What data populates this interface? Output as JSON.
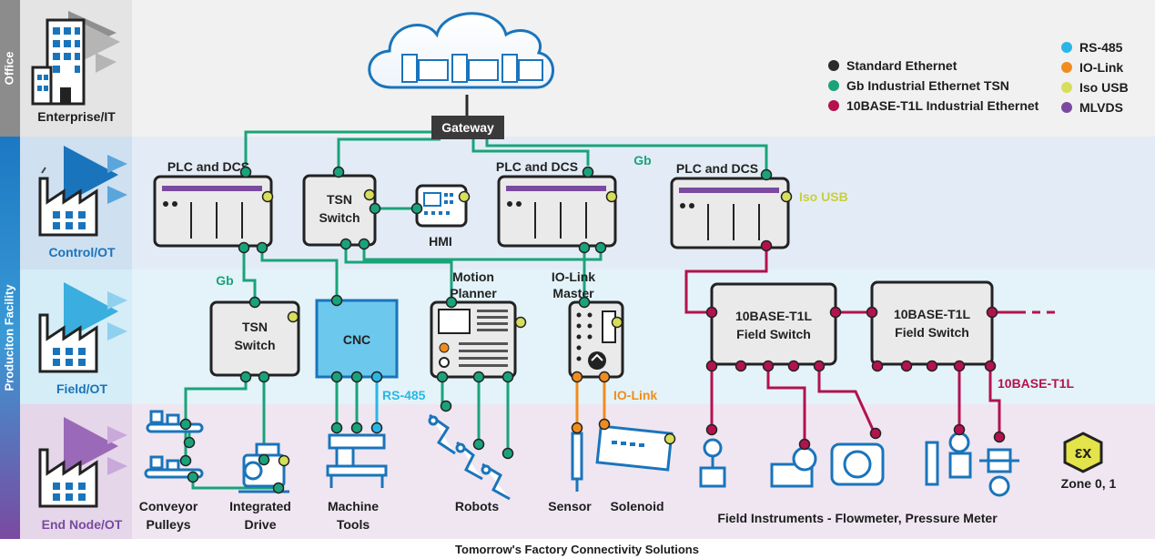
{
  "caption": "Tomorrow's Factory Connectivity Solutions",
  "colors": {
    "standard_ethernet": "#2b2b2b",
    "gb_tsn": "#1aa37a",
    "t1l": "#b3124e",
    "rs485": "#29b6e6",
    "iolink": "#f08c1e",
    "iso_usb": "#d7de5a",
    "mlvds": "#7a4aa0"
  },
  "side": {
    "office": "Office",
    "production": "Produciton Facility"
  },
  "tiers": {
    "enterprise": "Enterprise/IT",
    "control": "Control/OT",
    "field": "Field/OT",
    "endnode": "End Node/OT"
  },
  "legend": {
    "standard_ethernet": "Standard Ethernet",
    "gb_tsn": "Gb Industrial Ethernet TSN",
    "t1l": "10BASE-T1L Industrial Ethernet",
    "rs485": "RS-485",
    "iolink": "IO-Link",
    "iso_usb": "Iso USB",
    "mlvds": "MLVDS"
  },
  "nodes": {
    "gateway": "Gateway",
    "plc1": "PLC and DCS",
    "plc2": "PLC and DCS",
    "plc3": "PLC and DCS",
    "tsn_top_1": "TSN",
    "tsn_top_2": "Switch",
    "hmi": "HMI",
    "tsn_field_1": "TSN",
    "tsn_field_2": "Switch",
    "cnc": "CNC",
    "motion_1": "Motion",
    "motion_2": "Planner",
    "iolink_master_1": "IO-Link",
    "iolink_master_2": "Master",
    "fs1_1": "10BASE-T1L",
    "fs1_2": "Field Switch",
    "fs2_1": "10BASE-T1L",
    "fs2_2": "Field Switch"
  },
  "link_labels": {
    "gb_top": "Gb",
    "gb_field": "Gb",
    "iso_usb": "Iso USB",
    "rs485": "RS-485",
    "iolink": "IO-Link",
    "t1l": "10BASE-T1L"
  },
  "devices": {
    "conveyor_1": "Conveyor",
    "conveyor_2": "Pulleys",
    "drive_1": "Integrated",
    "drive_2": "Drive",
    "machine_1": "Machine",
    "machine_2": "Tools",
    "robots": "Robots",
    "sensor": "Sensor",
    "solenoid": "Solenoid",
    "instruments": "Field Instruments - Flowmeter, Pressure Meter",
    "zone": "Zone 0, 1",
    "ex_symbol": "εx"
  }
}
